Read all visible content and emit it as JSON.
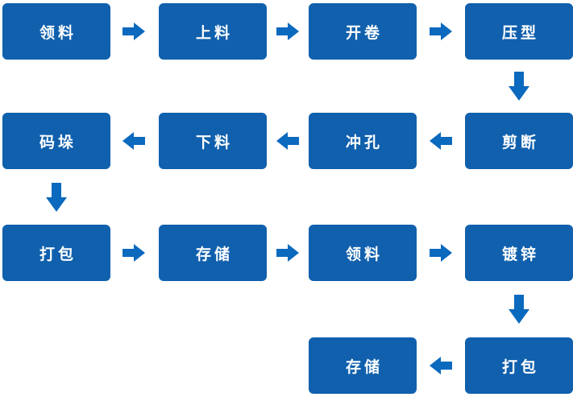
{
  "diagram": {
    "type": "flowchart",
    "colors": {
      "box": "#1060AD",
      "arrow": "#0B69BE",
      "text": "#FFFFFF",
      "background": "#FFFFFF"
    },
    "rows": [
      {
        "flow_direction": "right",
        "boxes": [
          "领料",
          "上料",
          "开卷",
          "压型"
        ]
      },
      {
        "flow_direction": "left",
        "boxes": [
          "码垛",
          "下料",
          "冲孔",
          "剪断"
        ]
      },
      {
        "flow_direction": "right",
        "boxes": [
          "打包",
          "存储",
          "领料",
          "镀锌"
        ]
      },
      {
        "flow_direction": "left",
        "boxes": [
          "存储",
          "打包"
        ]
      }
    ],
    "arrows": [
      {
        "from": "领料",
        "to": "上料",
        "direction": "right"
      },
      {
        "from": "上料",
        "to": "开卷",
        "direction": "right"
      },
      {
        "from": "开卷",
        "to": "压型",
        "direction": "right"
      },
      {
        "from": "压型",
        "to": "剪断",
        "direction": "down"
      },
      {
        "from": "剪断",
        "to": "冲孔",
        "direction": "left"
      },
      {
        "from": "冲孔",
        "to": "下料",
        "direction": "left"
      },
      {
        "from": "下料",
        "to": "码垛",
        "direction": "left"
      },
      {
        "from": "码垛",
        "to": "打包",
        "direction": "down"
      },
      {
        "from": "打包",
        "to": "存储",
        "direction": "right"
      },
      {
        "from": "存储",
        "to": "领料",
        "direction": "right"
      },
      {
        "from": "领料",
        "to": "镀锌",
        "direction": "right"
      },
      {
        "from": "镀锌",
        "to": "打包",
        "direction": "down"
      },
      {
        "from": "打包",
        "to": "存储",
        "direction": "left"
      }
    ]
  }
}
